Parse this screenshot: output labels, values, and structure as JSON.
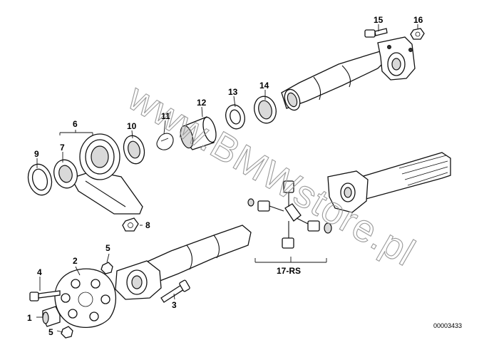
{
  "diagram": {
    "watermark": "www.BMWstore.pl",
    "drawing_number": "00003433",
    "callouts": {
      "c1": "1",
      "c2": "2",
      "c3": "3",
      "c4": "4",
      "c5a": "5",
      "c5b": "5",
      "c6": "6",
      "c7": "7",
      "c8": "8",
      "c9": "9",
      "c10": "10",
      "c11": "11",
      "c12": "12",
      "c13": "13",
      "c14": "14",
      "c15": "15",
      "c16": "16",
      "c17": "17-RS"
    }
  }
}
